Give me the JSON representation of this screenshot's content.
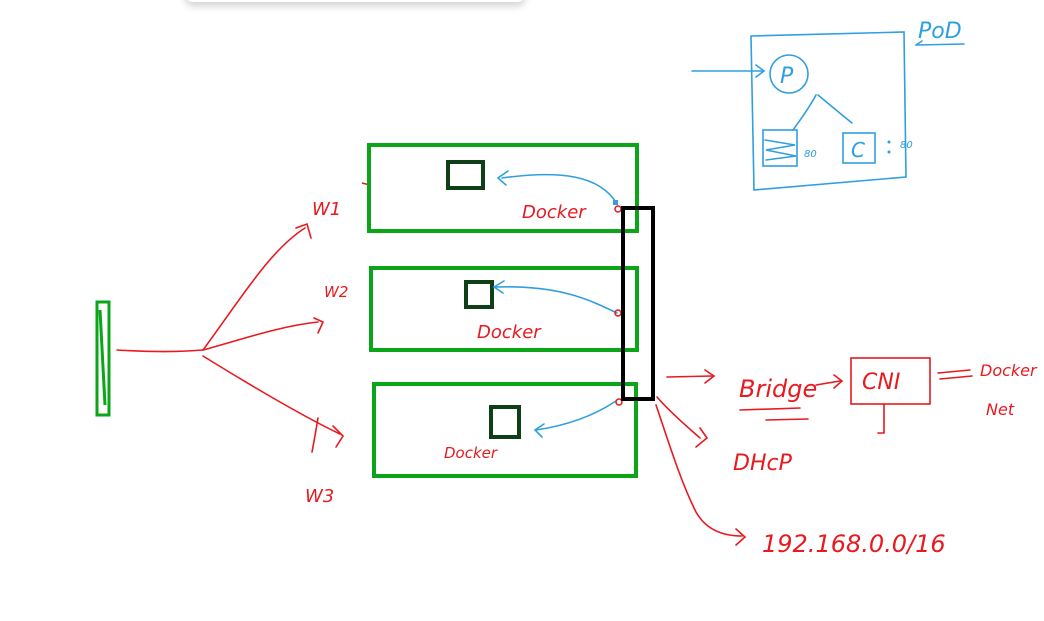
{
  "colors": {
    "red": "#e8191f",
    "green": "#0ba51a",
    "dark_green": "#0e3f17",
    "blue": "#2f9fe0",
    "black": "#000000"
  },
  "labels": {
    "w1": "W1",
    "w2": "W2",
    "w3": "W3",
    "docker_top": "Docker",
    "docker_mid": "Docker",
    "docker_bottom": "Docker",
    "bridge": "Bridge",
    "cni": "CNI",
    "docker_net_1": "Docker",
    "docker_net_2": "Net",
    "dhcp": "DHcP",
    "subnet": "192.168.0.0/16",
    "pod": "PoD",
    "pod_p": "P",
    "pod_c": "C",
    "pod_port_1": "80",
    "pod_port_2": "80"
  }
}
